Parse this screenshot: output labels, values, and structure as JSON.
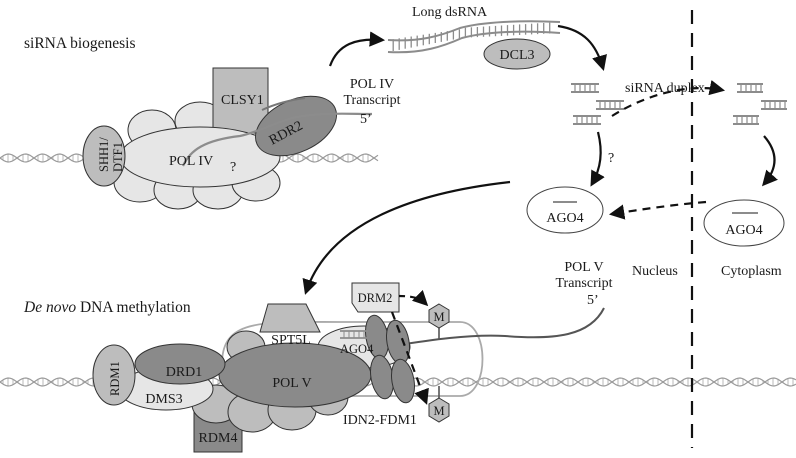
{
  "section_titles": {
    "sirna_biogenesis": "siRNA biogenesis",
    "de_novo_italic": "De novo",
    "de_novo_rest": " DNA methylation"
  },
  "labels": {
    "long_dsrna": "Long dsRNA",
    "dcl3": "DCL3",
    "sirna_duplex": "siRNA duplex",
    "pol_iv_transcript_line1": "POL IV",
    "pol_iv_transcript_line2": "Transcript",
    "five_prime_top": "5’",
    "clsy1": "CLSY1",
    "rdr2": "RDR2",
    "pol_iv": "POL IV",
    "question_top": "?",
    "question_mid": "?",
    "shh1": "SHH1/",
    "dtf1": "DTF1",
    "ago4_nucleus": "AGO4",
    "ago4_cytoplasm": "AGO4",
    "pol_v_transcript_line1": "POL V",
    "pol_v_transcript_line2": "Transcript",
    "five_prime_bottom": "5’",
    "nucleus": "Nucleus",
    "cytoplasm": "Cytoplasm",
    "drm2": "DRM2",
    "methyl_top": "M",
    "methyl_bottom": "M",
    "spt5l": "SPT5L",
    "ago4_complex": "AGO4",
    "rdm1": "RDM1",
    "drd1": "DRD1",
    "dms3": "DMS3",
    "pol_v": "POL V",
    "rdm4": "RDM4",
    "idn2_fdm1": "IDN2-FDM1"
  },
  "colors": {
    "light_fill": "#e6e6e6",
    "mid_fill": "#bdbdbd",
    "dark_fill": "#8a8a8a",
    "stroke": "#333333",
    "rna_line": "#8c8c8c"
  }
}
